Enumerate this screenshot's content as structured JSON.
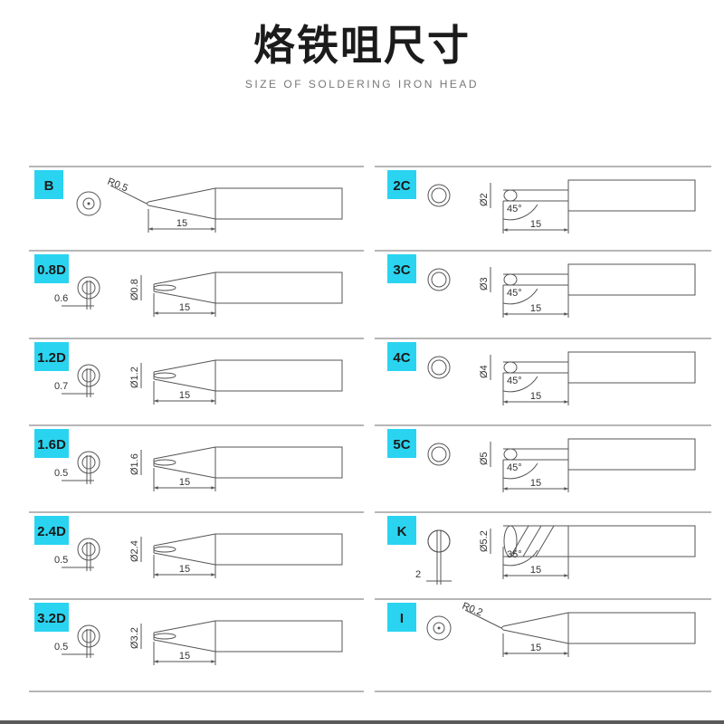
{
  "header": {
    "title": "烙铁咀尺寸",
    "subtitle": "SIZE OF SOLDERING IRON HEAD"
  },
  "left_column": [
    {
      "code": "B",
      "tip": "conical",
      "radius_label": "R0.5",
      "length_label": "15"
    },
    {
      "code": "0.8D",
      "tip": "flat",
      "dia_label": "Ø0.8",
      "thick_label": "0.6",
      "length_label": "15"
    },
    {
      "code": "1.2D",
      "tip": "flat",
      "dia_label": "Ø1.2",
      "thick_label": "0.7",
      "length_label": "15"
    },
    {
      "code": "1.6D",
      "tip": "flat",
      "dia_label": "Ø1.6",
      "thick_label": "0.5",
      "length_label": "15"
    },
    {
      "code": "2.4D",
      "tip": "flat",
      "dia_label": "Ø2.4",
      "thick_label": "0.5",
      "length_label": "15"
    },
    {
      "code": "3.2D",
      "tip": "flat",
      "dia_label": "Ø3.2",
      "thick_label": "0.5",
      "length_label": "15"
    }
  ],
  "right_column": [
    {
      "code": "2C",
      "tip": "bevel",
      "dia_label": "Ø2",
      "angle_label": "45°",
      "length_label": "15"
    },
    {
      "code": "3C",
      "tip": "bevel",
      "dia_label": "Ø3",
      "angle_label": "45°",
      "length_label": "15"
    },
    {
      "code": "4C",
      "tip": "bevel",
      "dia_label": "Ø4",
      "angle_label": "45°",
      "length_label": "15"
    },
    {
      "code": "5C",
      "tip": "bevel",
      "dia_label": "Ø5",
      "angle_label": "45°",
      "length_label": "15"
    },
    {
      "code": "K",
      "tip": "knife",
      "dia_label": "Ø5.2",
      "angle_label": "35°",
      "thick_label": "2",
      "length_label": "15"
    },
    {
      "code": "I",
      "tip": "conical",
      "radius_label": "R0.2",
      "length_label": "15"
    }
  ]
}
